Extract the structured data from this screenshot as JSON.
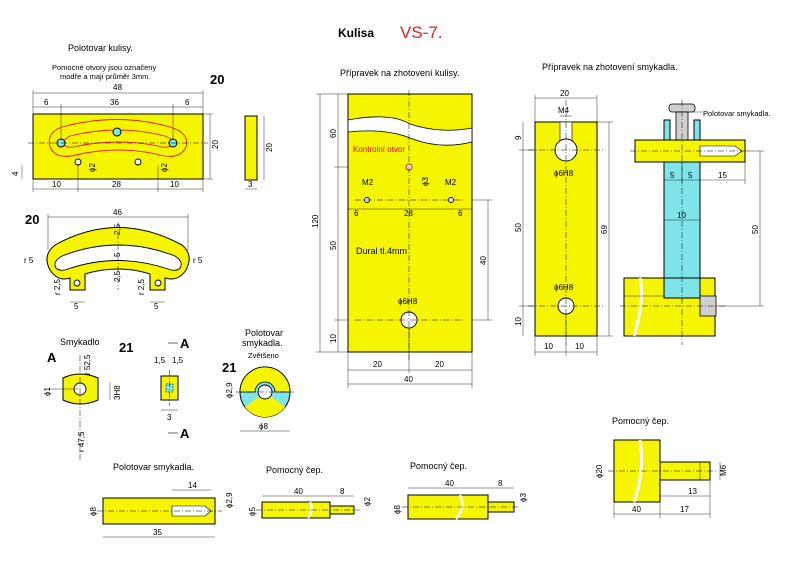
{
  "header": {
    "title": "Kulisa",
    "code": "VS-7."
  },
  "blank": {
    "title": "Polotovar kulisy.",
    "note_line1": "Pomocné otvory jsou označeny",
    "note_line2": "modře a mají průměr 3mm.",
    "scale": "20",
    "dims": {
      "d48": "48",
      "d36": "36",
      "d6a": "6",
      "d6b": "6",
      "d20": "20",
      "d4": "4",
      "d10a": "10",
      "d28": "28",
      "d10b": "10",
      "dphi2a": "ϕ2",
      "dphi2b": "ϕ2",
      "side20": "20",
      "side3": "3"
    }
  },
  "slot": {
    "scale": "20",
    "dims": {
      "d46": "46",
      "r5a": "r 5",
      "r5b": "r 5",
      "d25a": "2,5",
      "d5a": "5",
      "d25b": "2,5",
      "r25a": "r 2,5",
      "r25b": "r 2,5",
      "d5b": "5",
      "d5c": "5"
    }
  },
  "slider": {
    "title": "Smykadlo",
    "scale": "21",
    "section_a": "A",
    "r525": "r 52,5",
    "phi1": "ϕ1",
    "h3h8": "3H8",
    "r475": "r 47,5"
  },
  "slider_side": {
    "a_top": "A",
    "a_bottom": "A",
    "d15a": "1,5",
    "d15b": "1,5",
    "d3": "3"
  },
  "slider_blank_round": {
    "title1": "Polotovar",
    "title2": "smykadla.",
    "enlarged": "Zvětšeno",
    "scale": "21",
    "phi29": "ϕ2,9",
    "phi8": "ϕ8"
  },
  "jig_slot": {
    "title": "Přípravek na zhotovení kulisy.",
    "control_hole": "Kontrolní otvor",
    "material": "Dural tl.4mm",
    "dims": {
      "d60": "60",
      "d120": "120",
      "d50": "50",
      "d10": "10",
      "d40v": "40",
      "m2a": "M2",
      "m2b": "M2",
      "phi3": "ϕ3",
      "d6a": "6",
      "d28": "28",
      "d6b": "6",
      "phi6h8": "ϕ6H8",
      "d20a": "20",
      "d20b": "20",
      "d40h": "40"
    }
  },
  "jig_slider": {
    "title": "Přípravek na zhotovení smykadla.",
    "blank_label": "Polotovar smykadla.",
    "dims": {
      "d20": "20",
      "m4": "M4",
      "d9": "9",
      "phi6h8a": "ϕ6H8",
      "d50": "50",
      "d69": "69",
      "phi6h8b": "ϕ6H8",
      "d10": "10",
      "d10a": "10",
      "d10b": "10",
      "d5a": "5",
      "d5b": "5",
      "d15": "15",
      "d10c": "10",
      "d50r": "50"
    }
  },
  "aux_pin_right": {
    "title": "Pomocný čep.",
    "dims": {
      "phi20": "ϕ20",
      "m6": "M6",
      "d13": "13",
      "d40": "40",
      "d17": "17"
    }
  },
  "slider_blank_bar": {
    "title": "Polotovar smykadla.",
    "dims": {
      "d14": "14",
      "phi29": "ϕ2,9",
      "phi8": "ϕ8",
      "d35": "35"
    }
  },
  "aux_pin_1": {
    "title": "Pomocný čep.",
    "dims": {
      "d40": "40",
      "d8": "8",
      "phi2": "ϕ2",
      "phi5": "ϕ5"
    }
  },
  "aux_pin_2": {
    "title": "Pomocný čep.",
    "dims": {
      "d40": "40",
      "d8": "8",
      "phi3": "ϕ3",
      "phi8": "ϕ8"
    }
  },
  "colors": {
    "part": "#f5f500",
    "cyan": "#7fe3ea",
    "accent": "#e0201a"
  }
}
